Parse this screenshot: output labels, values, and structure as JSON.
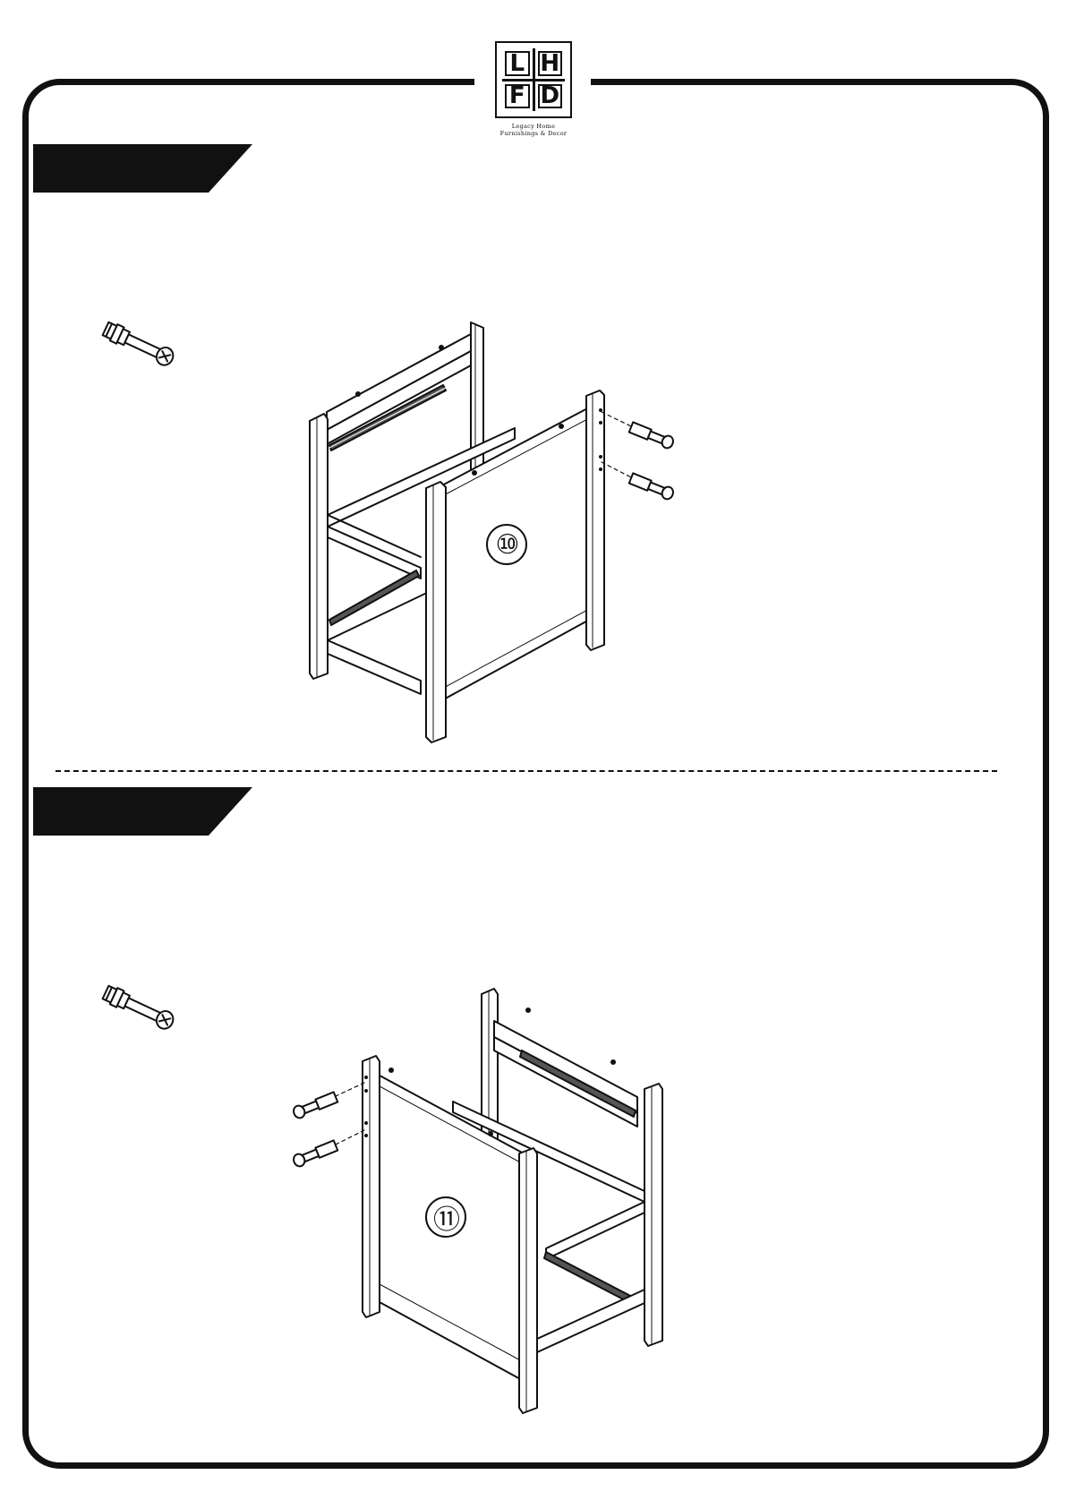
{
  "logo": {
    "letters": [
      "L",
      "H",
      "F",
      "D"
    ],
    "tagline_line1": "Legacy Home",
    "tagline_line2": "Furnishings & Decor"
  },
  "steps": [
    {
      "part_label": "⑩"
    },
    {
      "part_label": "⑪"
    }
  ]
}
